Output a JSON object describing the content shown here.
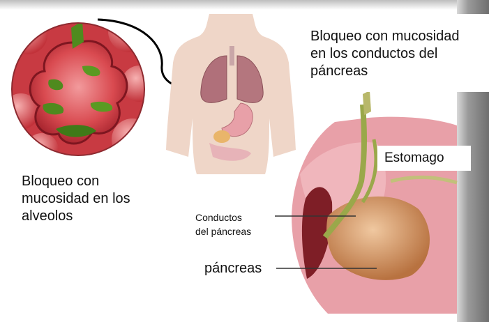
{
  "labels": {
    "top_line1": "Bloqueo  con mucosidad",
    "top_line2": "en los conductos del",
    "top_line3": "páncreas",
    "alveoli_line1": "Bloqueo  con",
    "alveoli_line2": "mucosidad en los",
    "alveoli_line3": "alveolos",
    "stomach": "Estomago",
    "ducts_line1": "Conductos",
    "ducts_line2": "del páncreas",
    "pancreas": "páncreas"
  },
  "colors": {
    "alveoli_red": "#d83a3f",
    "mucus_green": "#4f8a1e",
    "body_skin": "#efd6c8",
    "lung": "#b0707a",
    "stomach_pink": "#e8a0a8",
    "pancreas_tan": "#c98a5a",
    "duct_green": "#9aa84a"
  },
  "icons": [
    "curved-arrow-icon"
  ]
}
